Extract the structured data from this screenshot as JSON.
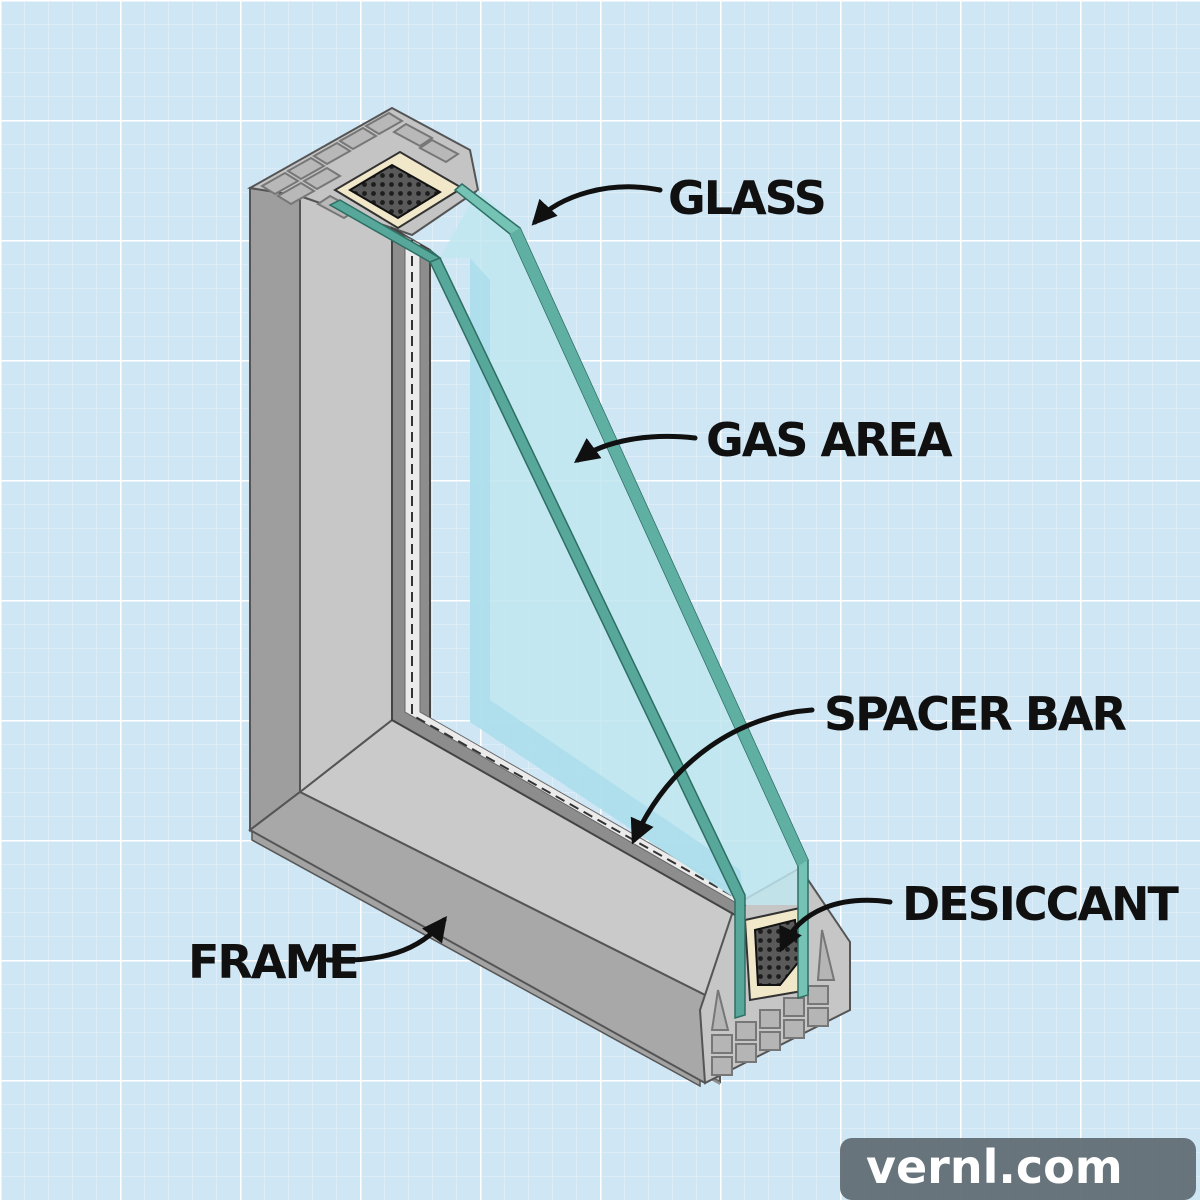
{
  "labels": {
    "glass": "GLASS",
    "gas_area": "GAS AREA",
    "spacer_bar": "SPACER BAR",
    "desiccant": "DESICCANT",
    "frame": "FRAME"
  },
  "watermark": "vernl.com",
  "colors": {
    "background": "#cfe6f5",
    "grid": "#ffffff",
    "frame_light": "#c9c9c9",
    "frame_mid": "#b3b3b3",
    "frame_dark": "#9a9a9a",
    "glass_edge": "#57a89a",
    "glass_fill": "#bfe6ef",
    "label_text": "#101010",
    "watermark_bg": "#5e6a71"
  }
}
